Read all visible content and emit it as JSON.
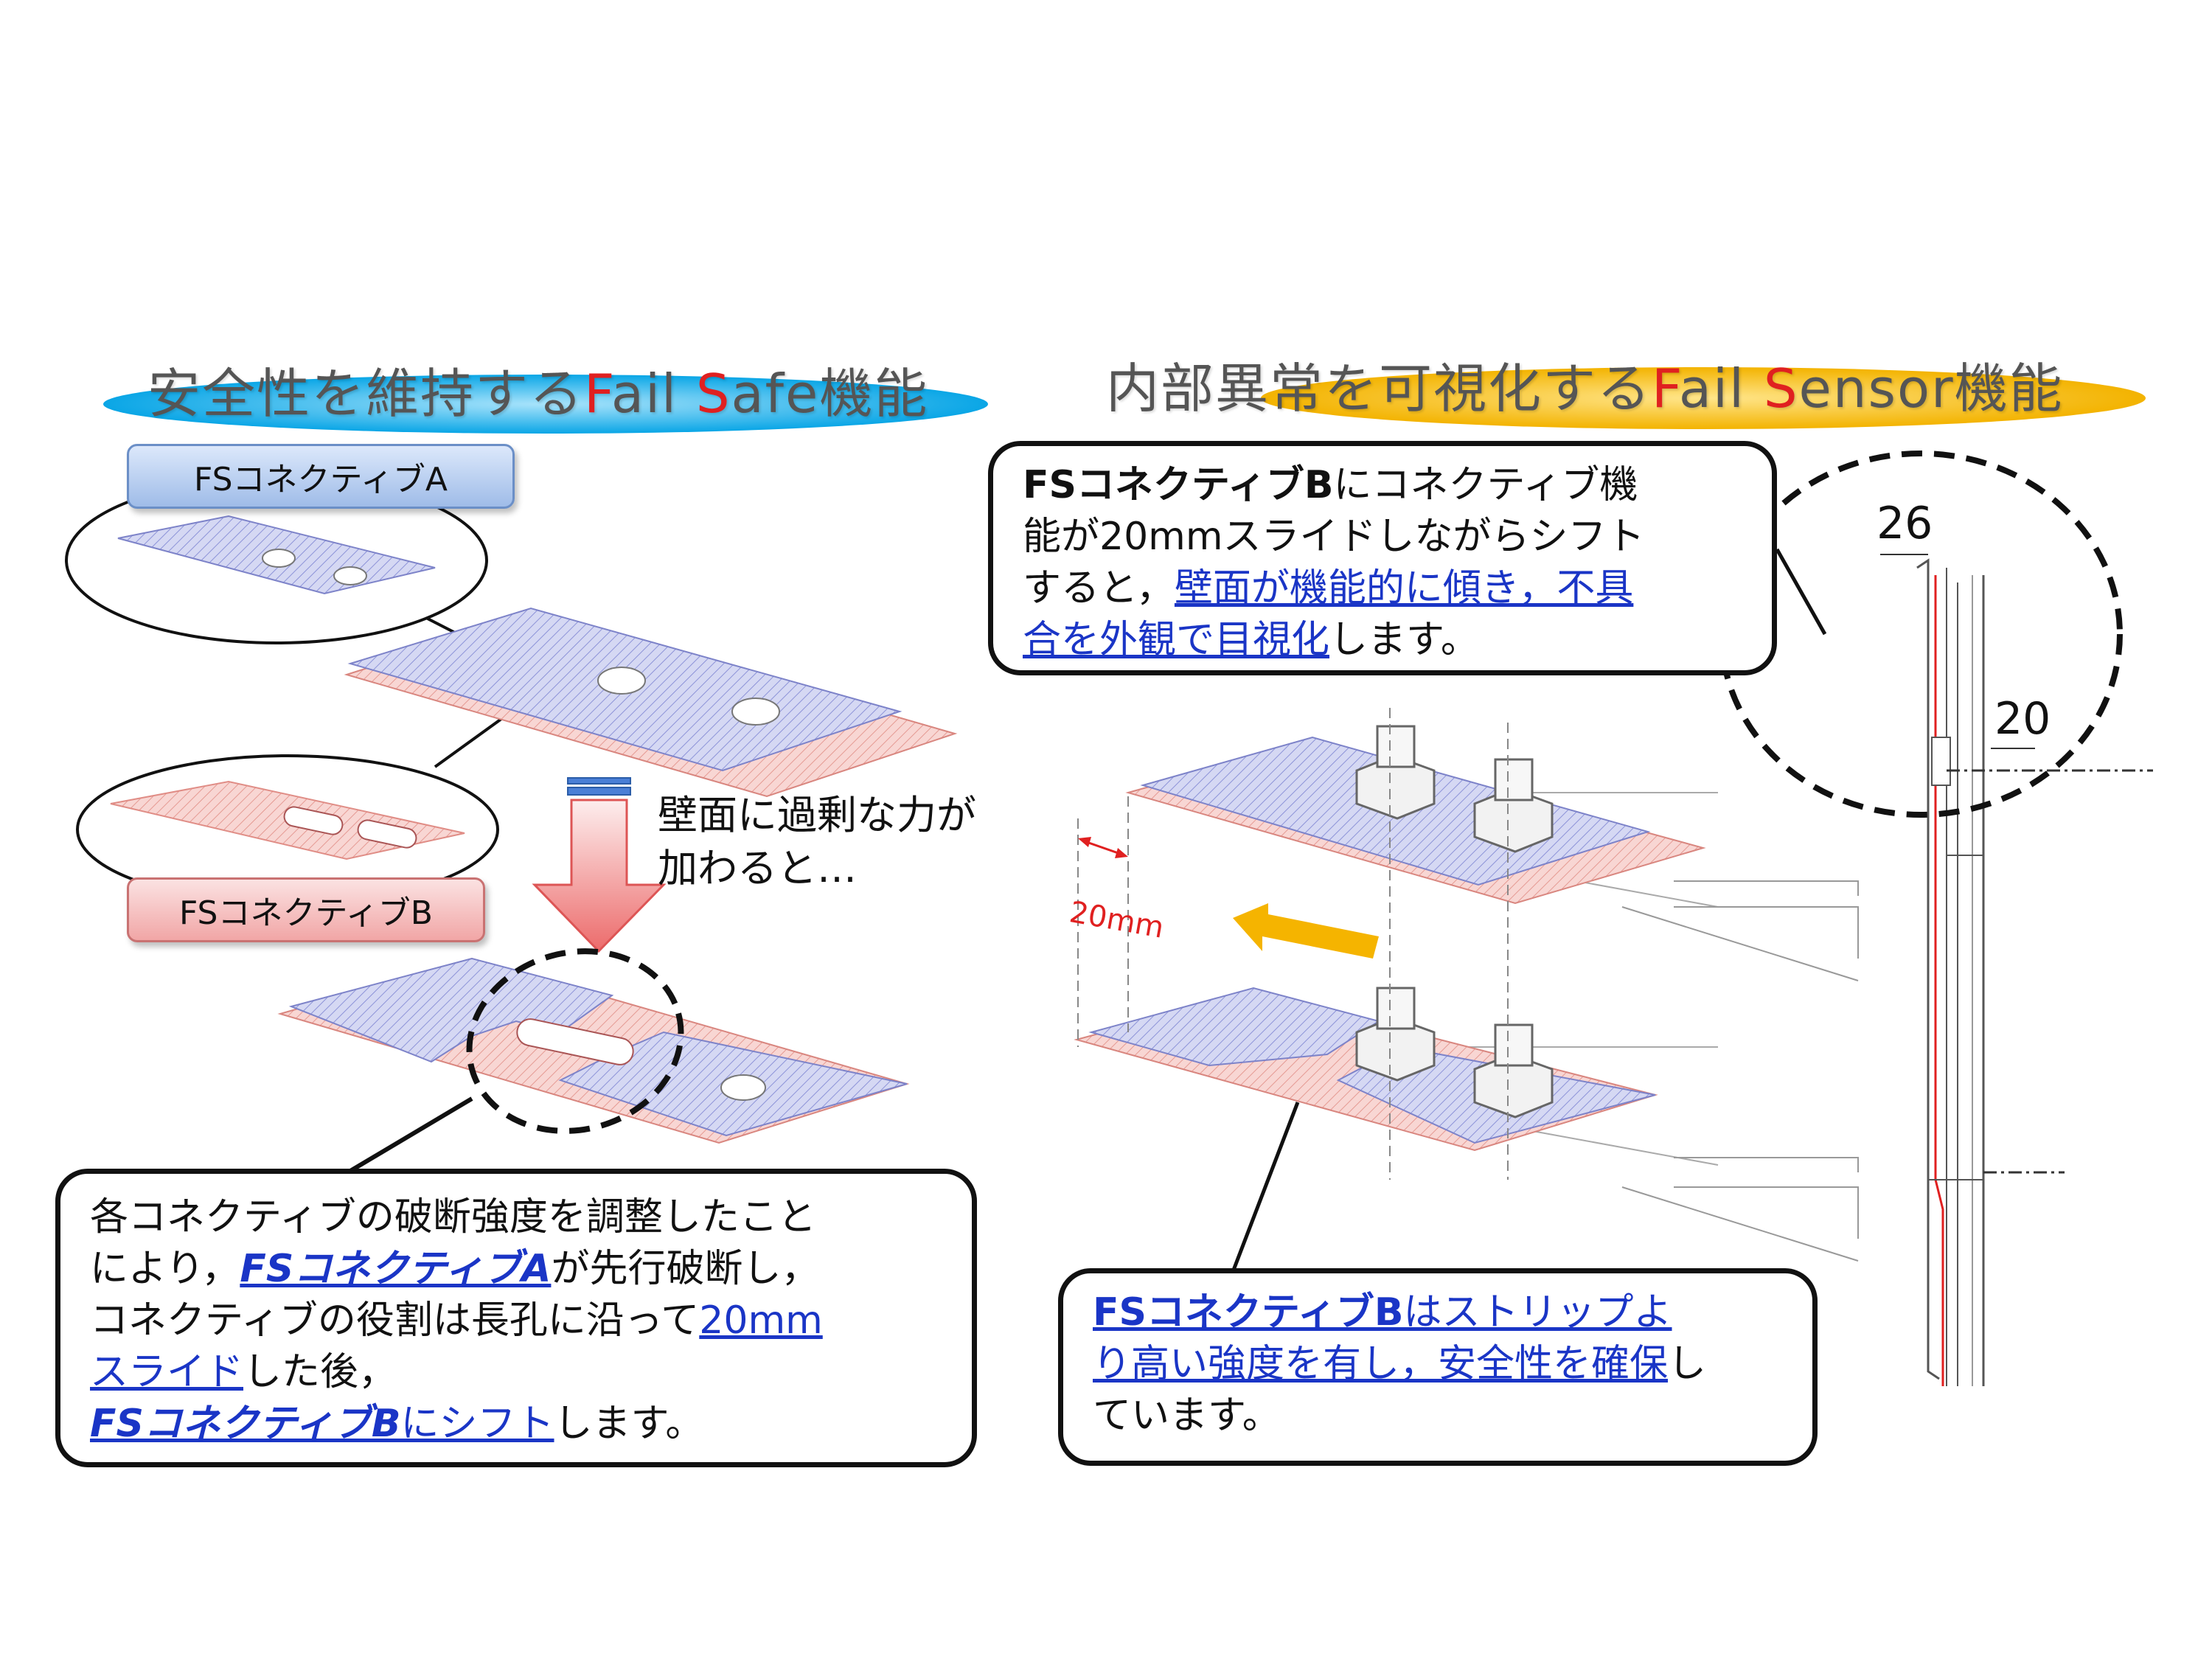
{
  "left_title": {
    "prefix": "安全性を維持する",
    "f": "F",
    "ail": "ail ",
    "s": "S",
    "suffix": "afe機能"
  },
  "right_title": {
    "prefix": "内部異常を可視化する",
    "f": "F",
    "ail": "ail ",
    "s": "S",
    "suffix": "ensor機能"
  },
  "tag_a": "FSコネクティブA",
  "tag_b": "FSコネクティブB",
  "arrow_text": [
    "壁面に過剰な力が",
    "加わると…"
  ],
  "left_callout": {
    "line1": "各コネクティブの破断強度を調整したこと",
    "line2_a": "により，",
    "line2_b": "FSコネクティブA",
    "line2_c": "が先行破断し，",
    "line3_a": "コネクティブの役割は長孔に沿って",
    "line3_b": "20mm",
    "line4_a": "スライド",
    "line4_b": "した後，",
    "line5_a": "FSコネクティブB",
    "line5_b": "にシフト",
    "line5_c": "します。"
  },
  "top_right_callout": {
    "line1_a": "FSコネクティブB",
    "line1_b": "にコネクティブ機",
    "line2": "能が20mmスライドしながらシフト",
    "line3_a": "すると，",
    "line3_b": "壁面が機能的に傾き，不具",
    "line4_a": "合を外観で目視化",
    "line4_b": "します。"
  },
  "bottom_right_callout": {
    "line1_a": "FSコネクティブB",
    "line1_b": "はストリップよ",
    "line2_a": "り高い強度を有し，安全性を確保",
    "line2_b": "し",
    "line3": "ています。"
  },
  "slide_label": "20mm",
  "dim_26": "26",
  "dim_20": "20",
  "colors": {
    "blue_plate": "#c9cdee",
    "red_plate": "#f5c8c4",
    "accent_blue": "#1a35c6",
    "accent_red": "#e02020",
    "arrow_orange": "#f5b400"
  }
}
